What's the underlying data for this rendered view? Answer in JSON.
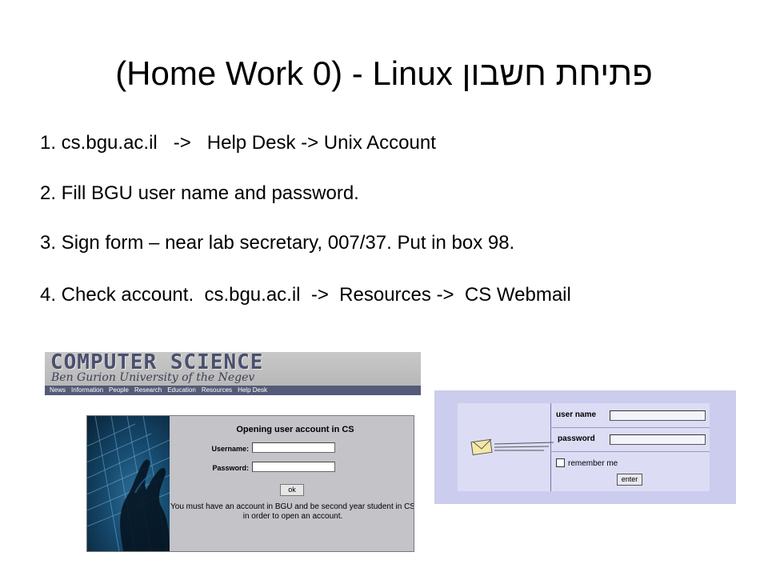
{
  "slide": {
    "title": "(Home Work 0) - Linux פתיחת חשבון",
    "steps": [
      "1. cs.bgu.ac.il   ->   Help Desk -> Unix Account",
      "2. Fill BGU user name and password.",
      "3. Sign form – near lab secretary, 007/37. Put in box 98.",
      "4. Check account.  cs.bgu.ac.il  ->  Resources ->  CS Webmail"
    ]
  },
  "cs_banner": {
    "logo_text": "COMPUTER SCIENCE",
    "subtitle": "Ben Gurion University of the Negev",
    "nav": [
      "News",
      "Information",
      "People",
      "Research",
      "Education",
      "Resources",
      "Help Desk"
    ]
  },
  "account_form": {
    "title": "Opening user account in CS",
    "username_label": "Username:",
    "password_label": "Password:",
    "ok_label": "ok",
    "note": "You must have an account in BGU and be second year student in CS in order to open an account."
  },
  "webmail": {
    "user_label": "user name",
    "password_label": "password",
    "remember_label": "remember me",
    "enter_label": "enter"
  }
}
